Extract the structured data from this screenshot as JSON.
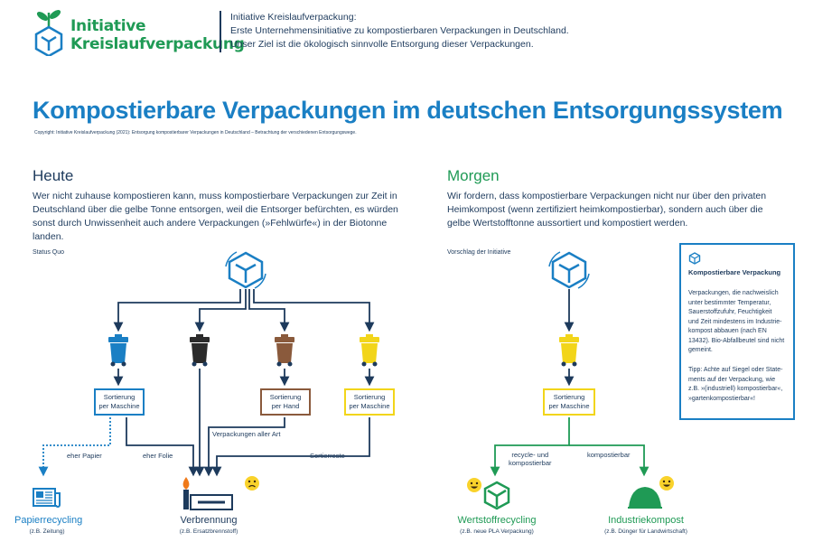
{
  "header": {
    "logo_line1": "Initiative",
    "logo_line2": "Kreislaufverpackung",
    "intro_line1": "Initiative Kreislaufverpackung:",
    "intro_line2": "Erste Unternehmensinitiative zu kompostierbaren Verpackungen in Deutschland.",
    "intro_line3": "Unser Ziel ist die ökologisch sinnvolle Entsorgung dieser Verpackungen."
  },
  "title": "Kompostierbare Verpackungen im deutschen Entsorgungssystem",
  "copyright": "Copyright: Initiative Kreislaufverpackung (2021): Entsorgung kompostierbarer Verpackungen in Deutschland – Betrachtung der verschiedenen Entsorgungswege.",
  "today": {
    "heading": "Heute",
    "text": "Wer nicht zuhause kompostieren kann, muss kompostierbare Verpackungen zur Zeit in Deutschland über die gelbe Tonne entsorgen, weil die Entsorger befürchten, es würden sonst durch Unwissenheit auch andere Verpackungen (»Fehlwürfe«) in der Biotonne landen.",
    "status_label": "Status Quo",
    "box_blue": [
      "Sortierung",
      "per Maschine"
    ],
    "box_brown": [
      "Sortierung",
      "per Hand"
    ],
    "box_yellow": [
      "Sortierung",
      "per Maschine"
    ],
    "label_paper": "eher Papier",
    "label_foil": "eher Folie",
    "label_all": "Verpackungen aller Art",
    "label_rest": "Sortierreste",
    "out_paper_title": "Papierrecycling",
    "out_paper_sub": "(z.B. Zeitung)",
    "out_burn_title": "Verbrennung",
    "out_burn_sub": "(z.B. Ersatzbrennstoff)"
  },
  "tomorrow": {
    "heading": "Morgen",
    "text": "Wir fordern, dass kompostierbare Verpackungen nicht nur über den privaten Heimkompost (wenn zertifiziert heimkompostierbar), sondern auch über die gelbe Wertstofftonne aussortiert und kompostiert werden.",
    "status_label": "Vorschlag der Initiative",
    "box_yellow": [
      "Sortierung",
      "per Maschine"
    ],
    "label_recycle": [
      "recycle- und",
      "kompostierbar"
    ],
    "label_compost": "kompostierbar",
    "out_recycle_title": "Wertstoffrecycling",
    "out_recycle_sub": "(z.B. neue PLA Verpackung)",
    "out_compost_title": "Industriekompost",
    "out_compost_sub": "(z.B. Dünger für Landwirtschaft)"
  },
  "info": {
    "title": "Kompostierbare Verpackung",
    "lines": [
      "Verpackungen, die nachweislich",
      "unter bestimmter Temperatur,",
      "Sauerstoffzufuhr, Feuchtigkeit",
      "und Zeit mindestens im Industrie-",
      "kompost abbauen (nach EN",
      "13432). Bio-Abfallbeutel sind nicht",
      "gemeint."
    ],
    "tip_lines": [
      "Tipp: Achte auf Siegel oder State-",
      "ments auf der Verpackung, wie",
      "z.B. »(industriell) kompostierbar«,",
      "»gartenkompostierbar«!"
    ]
  },
  "colors": {
    "blue": "#1a7fc4",
    "navy": "#1d3a5c",
    "green": "#1f9a55",
    "brown": "#8a5a3c",
    "yellow": "#f2d51a",
    "black_bin": "#2b2b2b"
  }
}
